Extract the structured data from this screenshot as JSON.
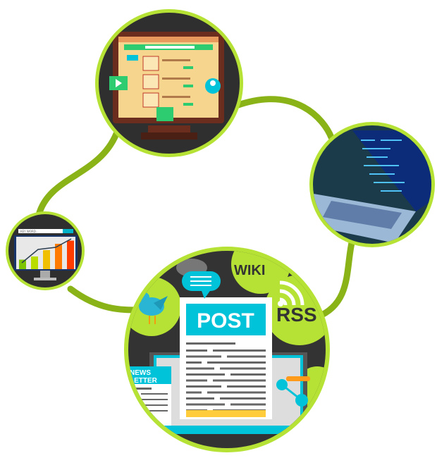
{
  "illustration": {
    "post_label": "POST",
    "wiki_label": "WIKI",
    "rss_label": "RSS",
    "newsletter_line1": "NEWS",
    "newsletter_line2": "LETTER",
    "keyword_placeholder": "KEY WORD..."
  },
  "colors": {
    "ring": "#b5e234",
    "connector": "#8ab318",
    "dark": "#333333",
    "cyan": "#00c3d9",
    "orange": "#ff9a1a"
  },
  "chart": {
    "values": [
      3,
      4,
      6,
      8,
      9
    ]
  }
}
